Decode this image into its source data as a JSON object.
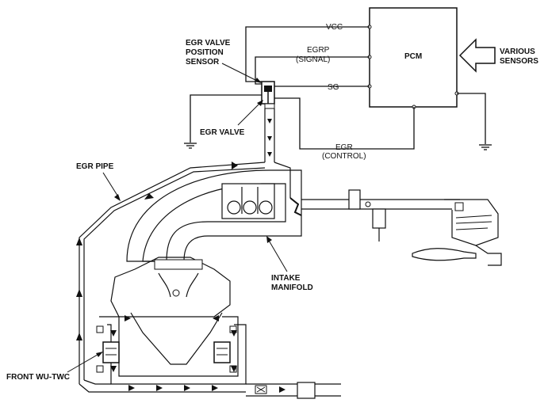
{
  "labels": {
    "vcc": "VCC",
    "egrp_line1": "EGRP",
    "egrp_line2": "(SIGNAL)",
    "sg": "SG",
    "pcm": "PCM",
    "various_line1": "VARIOUS",
    "various_line2": "SENSORS",
    "egr_sensor_line1": "EGR VALVE",
    "egr_sensor_line2": "POSITION",
    "egr_sensor_line3": "SENSOR",
    "egr_valve": "EGR VALVE",
    "egr_control_line1": "EGR",
    "egr_control_line2": "(CONTROL)",
    "egr_pipe": "EGR PIPE",
    "intake_line1": "INTAKE",
    "intake_line2": "MANIFOLD",
    "front_twc": "FRONT WU-TWC"
  },
  "colors": {
    "line": "#111111",
    "background": "#ffffff"
  }
}
